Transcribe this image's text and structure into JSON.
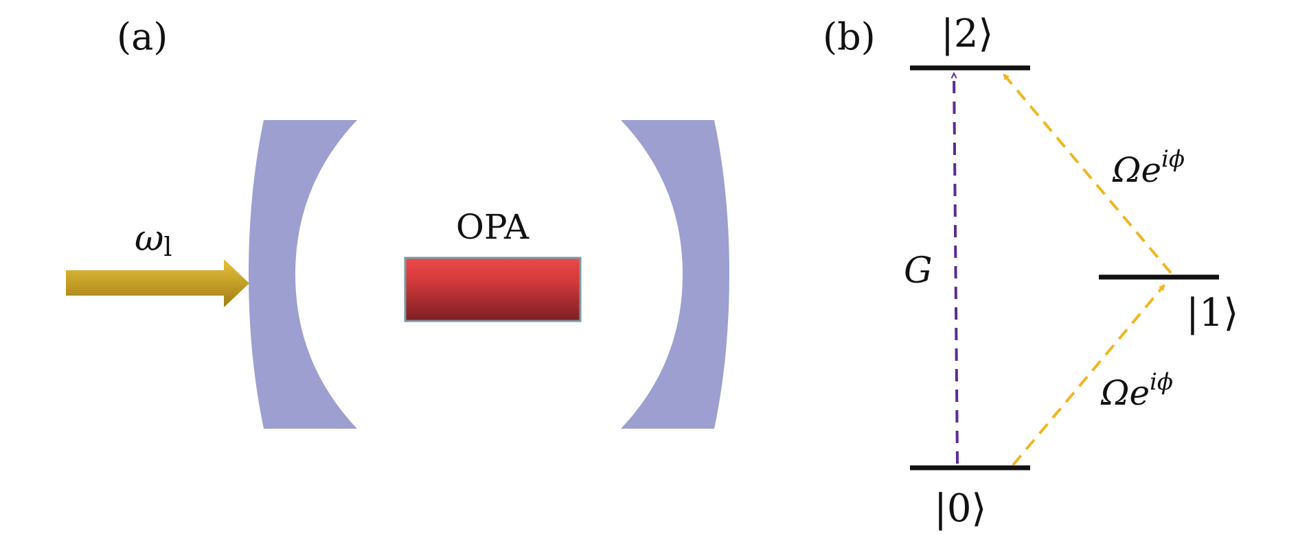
{
  "panel_a": {
    "label": "(a)",
    "input_beam_label": "ω",
    "input_beam_label_sub": "l",
    "crystal_label": "OPA",
    "colors": {
      "mirror": "#9c9fcf",
      "beam_top": "#e7c03a",
      "beam_bottom": "#a07d16",
      "crystal_top": "#ec4a4a",
      "crystal_bottom": "#7b1f24",
      "crystal_border": "#7b9aa2"
    }
  },
  "panel_b": {
    "label": "(b)",
    "levels": [
      {
        "ket": "|2⟩",
        "text": "2"
      },
      {
        "ket": "|1⟩",
        "text": "1"
      },
      {
        "ket": "|0⟩",
        "text": "0"
      }
    ],
    "transitions": [
      {
        "from": "0",
        "to": "2",
        "label": "G",
        "color": "#5b2b91"
      },
      {
        "from": "1",
        "to": "2",
        "label_main": "Ωe",
        "label_sup": "iϕ",
        "color": "#f0b620"
      },
      {
        "from": "0",
        "to": "1",
        "label_main": "Ωe",
        "label_sup": "iϕ",
        "color": "#f0b620"
      }
    ],
    "level_color": "#111111"
  }
}
